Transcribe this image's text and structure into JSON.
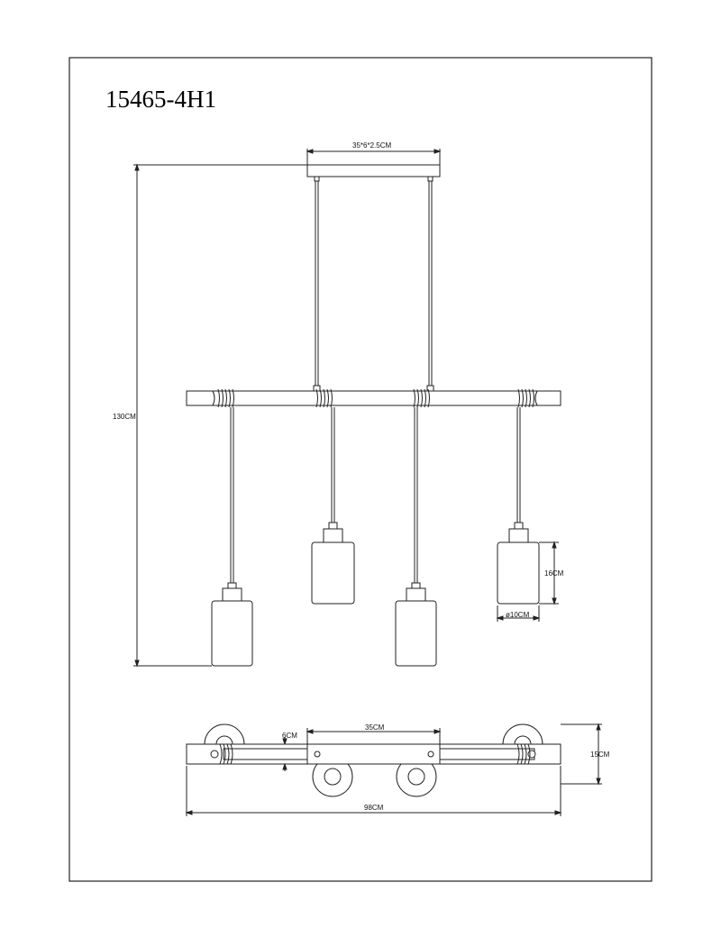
{
  "title": "15465-4H1",
  "dimensions": {
    "canopy": "35*6*2.5CM",
    "height": "130CM",
    "shade_height": "16CM",
    "shade_diameter": "ø10CM",
    "canopy_length_top": "35CM",
    "canopy_width_top": "6CM",
    "total_width": "15CM",
    "total_length": "98CM"
  }
}
